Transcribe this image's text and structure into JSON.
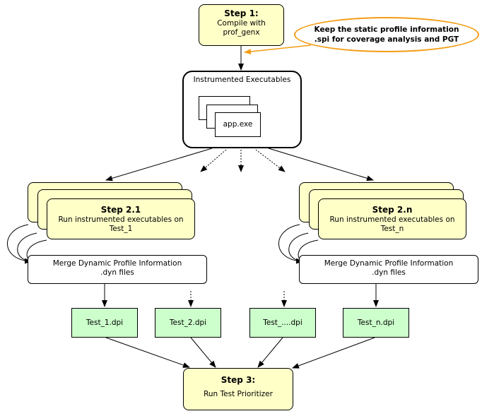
{
  "step1": {
    "title": "Step 1:",
    "line1": "Compile with",
    "line2": "prof_genx"
  },
  "note": {
    "line1": "Keep the static profile information",
    "line2": ".spi for coverage analysis and PGT"
  },
  "instrumented": {
    "title": "Instrumented Executables",
    "file": "app.exe"
  },
  "step2_1": {
    "title": "Step 2.1",
    "line1": "Run instrumented executables on",
    "line2": "Test_1"
  },
  "step2_n": {
    "title": "Step 2.n",
    "line1": "Run instrumented executables on",
    "line2": "Test_n"
  },
  "merge_left": {
    "line1": "Merge Dynamic Profile Information",
    "line2": ".dyn files"
  },
  "merge_right": {
    "line1": "Merge Dynamic Profile Information",
    "line2": ".dyn files"
  },
  "dpi": [
    "Test_1.dpi",
    "Test_2.dpi",
    "Test_....dpi",
    "Test_n.dpi"
  ],
  "step3": {
    "title": "Step 3:",
    "line1": "Run Test Prioritizer"
  },
  "colors": {
    "step_fill": "#ffffc8",
    "dpi_fill": "#ccffcc",
    "note_border": "#f39c12",
    "note_arrow": "#f39c12"
  }
}
